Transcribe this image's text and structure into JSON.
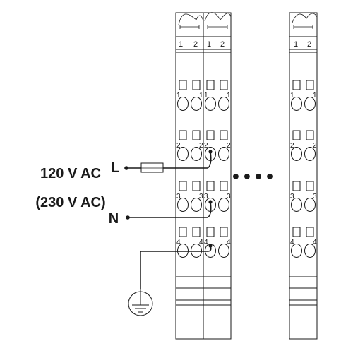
{
  "voltage": {
    "line1": "120 V AC",
    "line2": "(230 V AC)"
  },
  "conductors": {
    "live": "L",
    "neutral": "N"
  },
  "columns": [
    "1",
    "2"
  ],
  "rows": [
    "1",
    "2",
    "3",
    "4"
  ],
  "continuation": "••••"
}
